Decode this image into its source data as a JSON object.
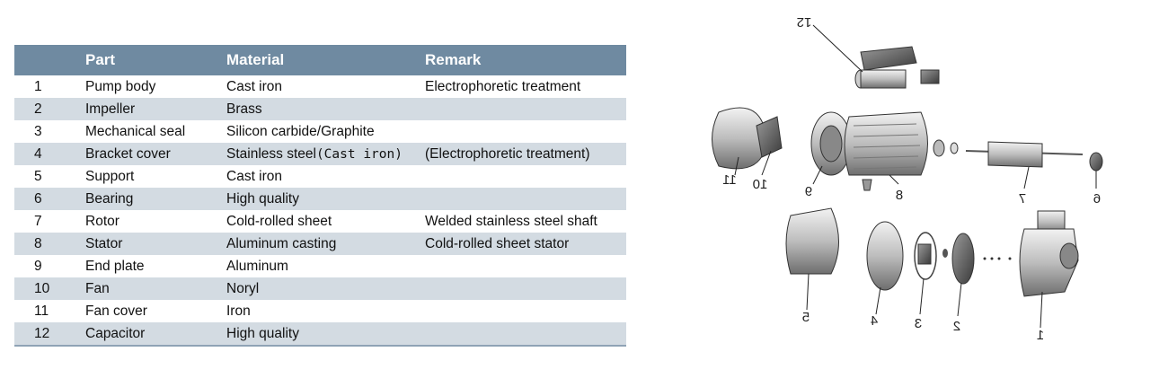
{
  "table": {
    "headers": {
      "number": "",
      "part": "Part",
      "material": "Material",
      "remark": "Remark"
    },
    "rows": [
      {
        "no": "1",
        "part": "Pump body",
        "material": "Cast iron",
        "remark": "Electrophoretic treatment"
      },
      {
        "no": "2",
        "part": "Impeller",
        "material": "Brass",
        "remark": ""
      },
      {
        "no": "3",
        "part": "Mechanical seal",
        "material": "Silicon carbide/Graphite",
        "remark": ""
      },
      {
        "no": "4",
        "part": "Bracket cover",
        "material": "Stainless steel(Cast iron)",
        "material_main": "Stainless steel",
        "material_alt": "(Cast iron)",
        "remark": "(Electrophoretic treatment)"
      },
      {
        "no": "5",
        "part": "Support",
        "material": "Cast iron",
        "remark": ""
      },
      {
        "no": "6",
        "part": "Bearing",
        "material": "High quality",
        "remark": ""
      },
      {
        "no": "7",
        "part": "Rotor",
        "material": "Cold-rolled sheet",
        "remark": "Welded stainless steel shaft"
      },
      {
        "no": "8",
        "part": "Stator",
        "material": "Aluminum casting",
        "remark": "Cold-rolled sheet stator"
      },
      {
        "no": "9",
        "part": "End plate",
        "material": "Aluminum",
        "remark": ""
      },
      {
        "no": "10",
        "part": "Fan",
        "material": "Noryl",
        "remark": ""
      },
      {
        "no": "11",
        "part": "Fan cover",
        "material": "Iron",
        "remark": ""
      },
      {
        "no": "12",
        "part": "Capacitor",
        "material": "High quality",
        "remark": ""
      }
    ]
  },
  "diagram": {
    "callouts": [
      "12",
      "11",
      "10",
      "9",
      "8",
      "7",
      "6",
      "5",
      "4",
      "3",
      "2",
      "1"
    ]
  }
}
